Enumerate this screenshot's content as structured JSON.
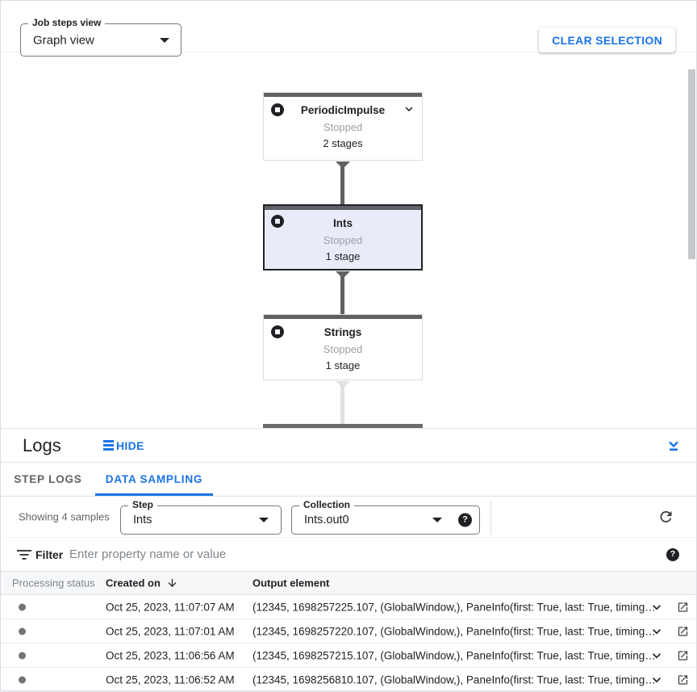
{
  "header": {
    "job_steps_view": {
      "label": "Job steps view",
      "value": "Graph view"
    },
    "clear_selection_label": "CLEAR SELECTION"
  },
  "graph": {
    "nodes": [
      {
        "title": "PeriodicImpulse",
        "status": "Stopped",
        "stages": "2 stages",
        "selected": false,
        "expandable": true
      },
      {
        "title": "Ints",
        "status": "Stopped",
        "stages": "1 stage",
        "selected": true,
        "expandable": false
      },
      {
        "title": "Strings",
        "status": "Stopped",
        "stages": "1 stage",
        "selected": false,
        "expandable": false
      }
    ]
  },
  "logs": {
    "title": "Logs",
    "hide_label": "HIDE",
    "tabs": {
      "step_logs": "STEP LOGS",
      "data_sampling": "DATA SAMPLING"
    },
    "showing_text": "Showing 4 samples",
    "step_select": {
      "label": "Step",
      "value": "Ints"
    },
    "collection_select": {
      "label": "Collection",
      "value": "Ints.out0"
    },
    "filter": {
      "label": "Filter",
      "placeholder": "Enter property name or value"
    },
    "table": {
      "headers": {
        "status": "Processing status",
        "created": "Created on",
        "output": "Output element"
      },
      "rows": [
        {
          "created": "Oct 25, 2023, 11:07:07 AM",
          "output": "(12345, 1698257225.107, (GlobalWindow,), PaneInfo(first: True, last: True, timing…"
        },
        {
          "created": "Oct 25, 2023, 11:07:01 AM",
          "output": "(12345, 1698257220.107, (GlobalWindow,), PaneInfo(first: True, last: True, timing…"
        },
        {
          "created": "Oct 25, 2023, 11:06:56 AM",
          "output": "(12345, 1698257215.107, (GlobalWindow,), PaneInfo(first: True, last: True, timing…"
        },
        {
          "created": "Oct 25, 2023, 11:06:52 AM",
          "output": "(12345, 1698256810.107, (GlobalWindow,), PaneInfo(first: True, last: True, timing…"
        }
      ]
    }
  },
  "glyphs": {
    "help": "?"
  },
  "colors": {
    "accent": "#1a73e8",
    "node_topbar": "#616161",
    "selected_node_bg": "#e8ecf8",
    "edge_dark": "#616161",
    "edge_light": "#e2e2e2",
    "border": "#dadce0"
  }
}
